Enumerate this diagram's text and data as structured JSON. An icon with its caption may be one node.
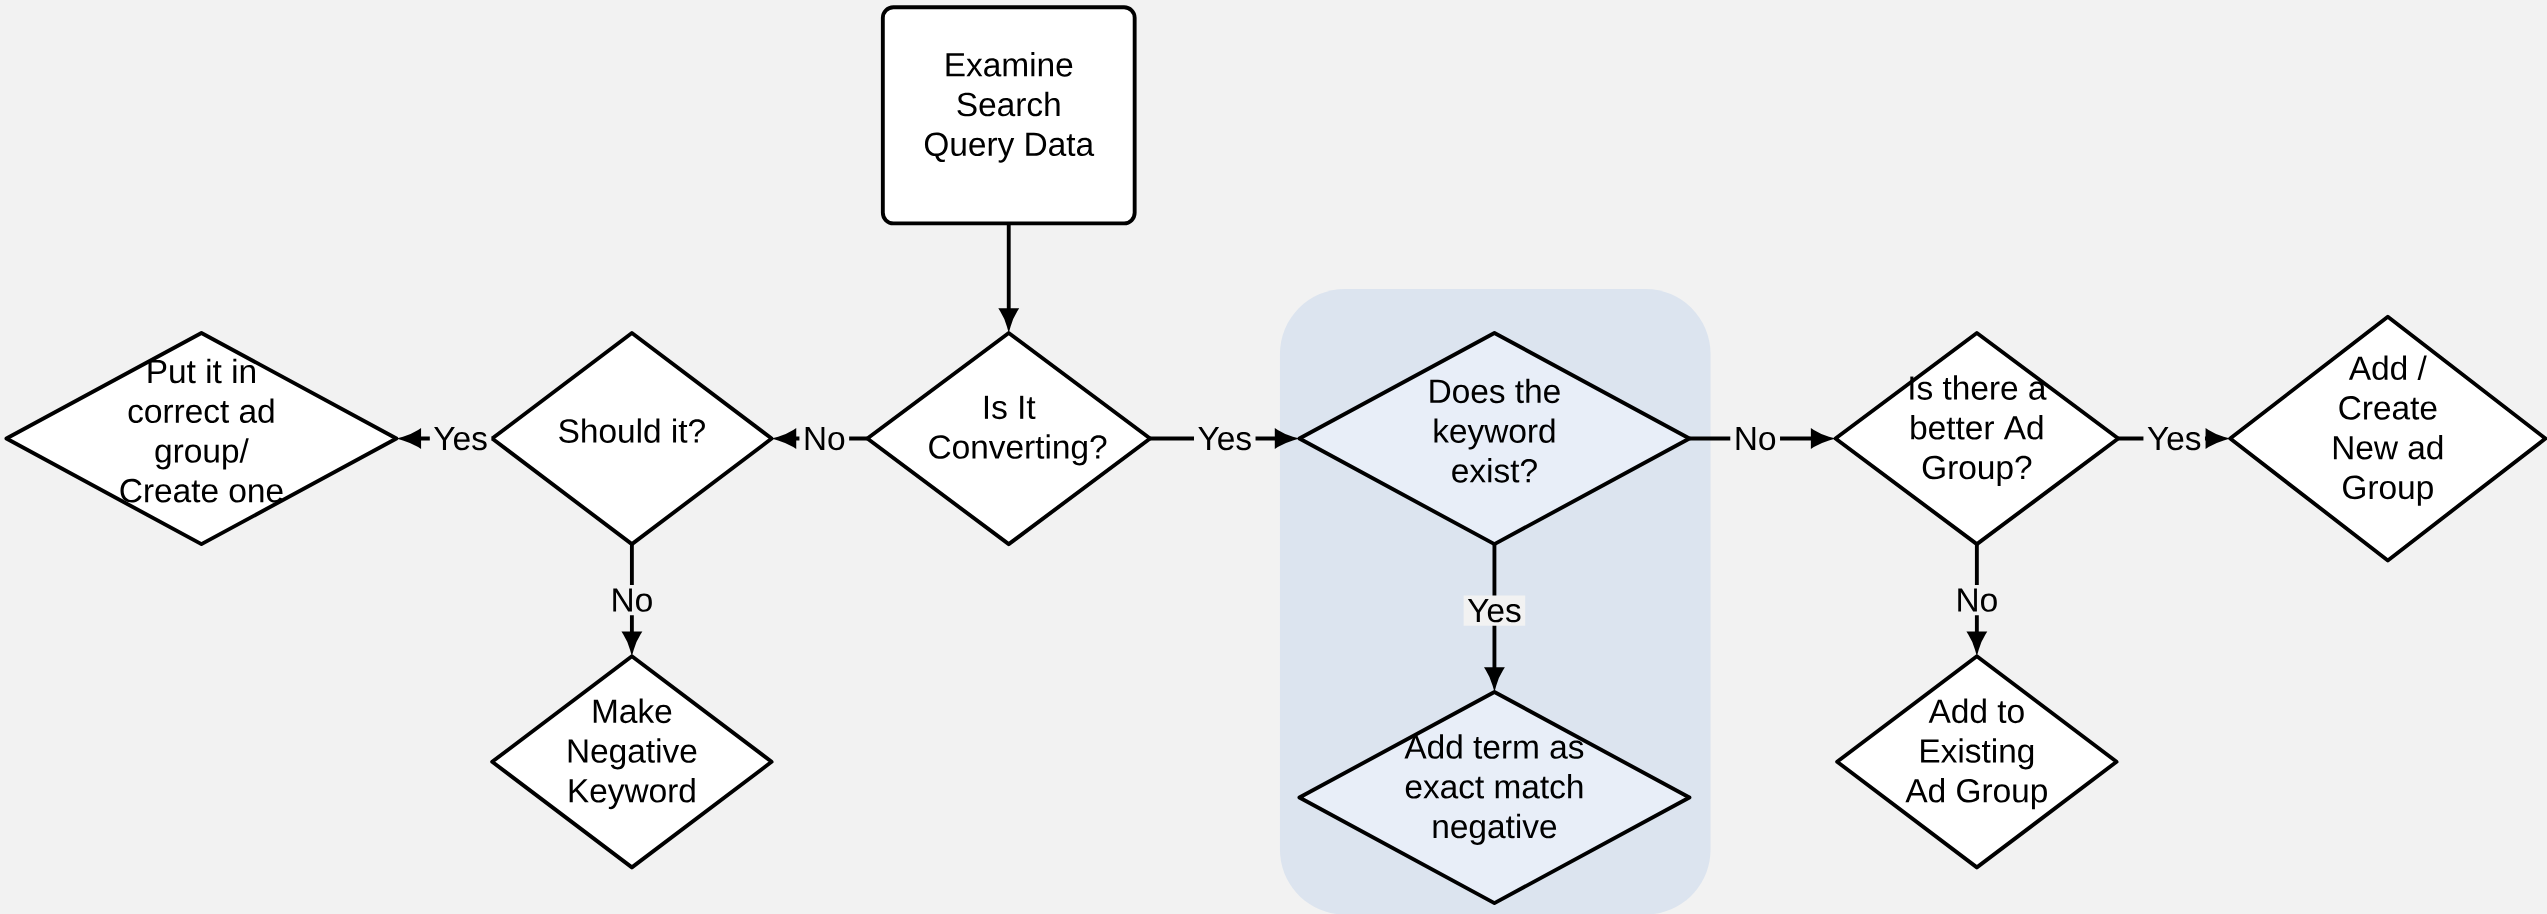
{
  "diagram": {
    "nodes": [
      {
        "text": [
          "Examine Search Query Data"
        ]
      },
      {
        "text": [
          "Is It Converting?"
        ]
      },
      {
        "text": [
          "Should it?"
        ]
      },
      {
        "text": [
          "Put it in correct ad group/ Create one"
        ]
      },
      {
        "text": [
          "Make Negative Keyword"
        ]
      },
      {
        "text": [],
        "shape": "box"
      },
      {
        "text": [
          "Does the keyword exist?"
        ],
        "in": 5
      },
      {
        "text": [
          "Add term as exact match negative"
        ],
        "in": 5
      },
      {
        "text": [
          "Is there a better Ad Group?"
        ]
      },
      {
        "text": [
          "Add / Create New ad Group"
        ]
      },
      {
        "text": [
          "Add to Existing Ad Group"
        ]
      }
    ],
    "edges": [
      {
        "from": 0,
        "to": 1,
        "arrow": "to"
      },
      {
        "from": 1,
        "to": 2,
        "arrow": "to",
        "label": "No"
      },
      {
        "from": 2,
        "to": 3,
        "arrow": "to",
        "label": "Yes"
      },
      {
        "from": 2,
        "to": 4,
        "arrow": "to",
        "label": "No"
      },
      {
        "from": 1,
        "to": 6,
        "arrow": "to",
        "label": "Yes"
      },
      {
        "from": 6,
        "to": 7,
        "arrow": "to",
        "label": "Yes"
      },
      {
        "from": 6,
        "to": 8,
        "arrow": "to",
        "label": "No"
      },
      {
        "from": 8,
        "to": 9,
        "arrow": "to",
        "label": "Yes"
      },
      {
        "from": 8,
        "to": 10,
        "arrow": "to",
        "label": "No"
      }
    ]
  }
}
